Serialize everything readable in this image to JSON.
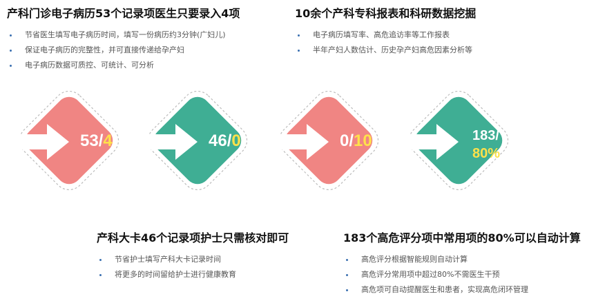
{
  "top_left": {
    "heading": "产科门诊电子病历53个记录项医生只要录入4项",
    "bullets": [
      "节省医生填写电子病历时间，填写一份病历约3分钟(广妇儿)",
      "保证电子病历的完整性，并可直接传递给孕产妇",
      "电子病历数据可质控、可统计、可分析"
    ]
  },
  "top_right": {
    "heading": "10余个产科专科报表和科研数据挖掘",
    "bullets": [
      "电子病历填写率、高危追访率等工作报表",
      "半年产妇人数估计、历史孕产妇高危因素分析等"
    ]
  },
  "bottom_left": {
    "heading": "产科大卡46个记录项护士只需核对即可",
    "bullets": [
      "节省护士填写产科大卡记录时间",
      "将更多的时间留给护士进行健康教育"
    ]
  },
  "bottom_right": {
    "heading": "183个高危评分项中常用项的80%可以自动计算",
    "bullets": [
      "高危评分根据智能规则自动计算",
      "高危评分常用项中超过80%不需医生干预",
      "高危项可自动提醒医生和患者，实现高危闭环管理"
    ]
  },
  "diamonds": [
    {
      "main": "53/",
      "highlight": "4",
      "color": "#f08583"
    },
    {
      "main": "46/",
      "highlight": "0",
      "color": "#3fae94"
    },
    {
      "main": "0/",
      "highlight": "10",
      "color": "#f08583"
    },
    {
      "main": "183/",
      "highlight": "80%",
      "color": "#3fae94"
    }
  ],
  "colors": {
    "pink": "#f08583",
    "green": "#3fae94",
    "highlight": "#ffe14a",
    "bullet": "#3a6fb0"
  },
  "icons": {
    "arrow": "arrow-right-icon"
  }
}
